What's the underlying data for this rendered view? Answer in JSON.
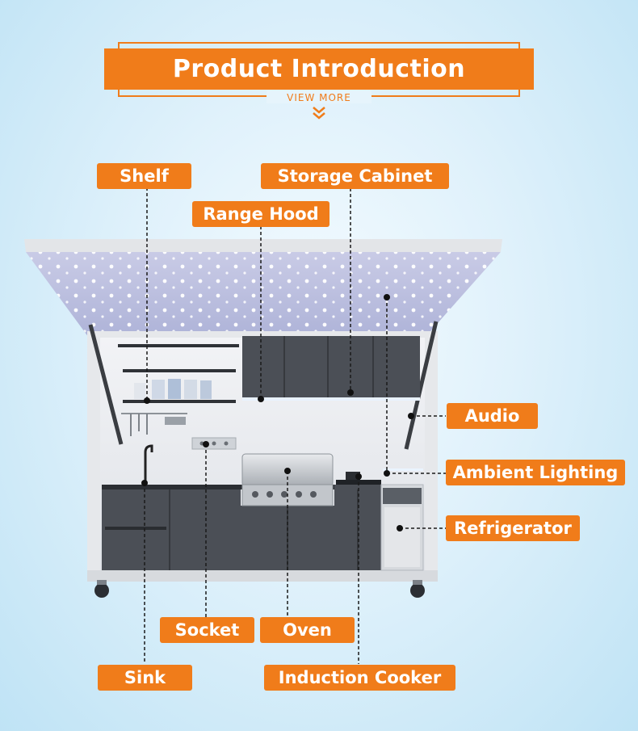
{
  "header": {
    "title": "Product Introduction",
    "view_more": "VIEW MORE"
  },
  "labels": {
    "shelf": "Shelf",
    "storage_cabinet": "Storage Cabinet",
    "range_hood": "Range Hood",
    "audio": "Audio",
    "ambient_lighting": "Ambient Lighting",
    "refrigerator": "Refrigerator",
    "socket": "Socket",
    "oven": "Oven",
    "sink": "Sink",
    "induction_cooker": "Induction Cooker"
  },
  "colors": {
    "accent": "#f07c1a",
    "cabinet": "#4a4e54",
    "frame": "#dcdfe2"
  }
}
